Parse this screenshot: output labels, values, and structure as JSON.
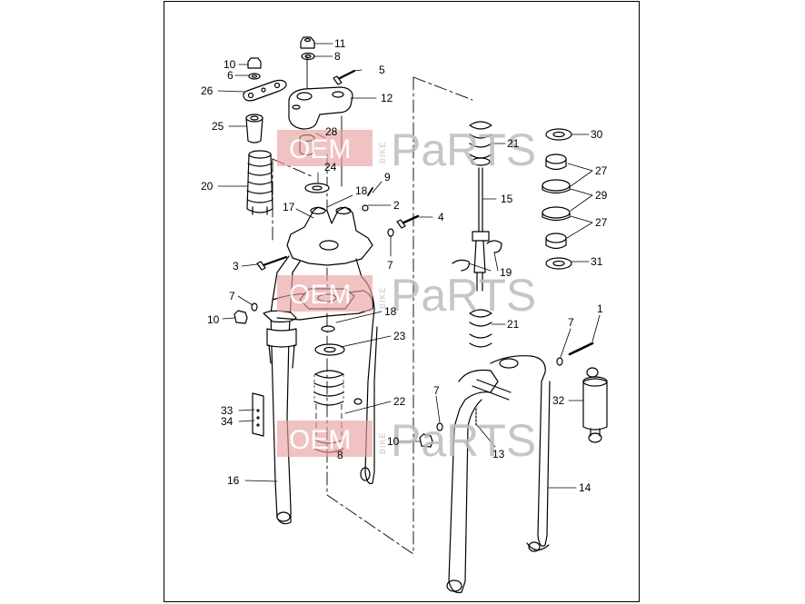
{
  "diagram": {
    "callouts": [
      {
        "id": "c11",
        "text": "11"
      },
      {
        "id": "c8a",
        "text": "8"
      },
      {
        "id": "c10a",
        "text": "10"
      },
      {
        "id": "c6",
        "text": "6"
      },
      {
        "id": "c5",
        "text": "5"
      },
      {
        "id": "c26",
        "text": "26"
      },
      {
        "id": "c12",
        "text": "12"
      },
      {
        "id": "c25",
        "text": "25"
      },
      {
        "id": "c28",
        "text": "28"
      },
      {
        "id": "c24",
        "text": "24"
      },
      {
        "id": "c20",
        "text": "20"
      },
      {
        "id": "c9",
        "text": "9"
      },
      {
        "id": "c18a",
        "text": "18"
      },
      {
        "id": "c2",
        "text": "2"
      },
      {
        "id": "c17",
        "text": "17"
      },
      {
        "id": "c4",
        "text": "4"
      },
      {
        "id": "c3",
        "text": "3"
      },
      {
        "id": "c7a",
        "text": "7"
      },
      {
        "id": "c7b",
        "text": "7"
      },
      {
        "id": "c10b",
        "text": "10"
      },
      {
        "id": "c18b",
        "text": "18"
      },
      {
        "id": "c23",
        "text": "23"
      },
      {
        "id": "c22",
        "text": "22"
      },
      {
        "id": "c33",
        "text": "33"
      },
      {
        "id": "c34",
        "text": "34"
      },
      {
        "id": "c8b",
        "text": "8"
      },
      {
        "id": "c16",
        "text": "16"
      },
      {
        "id": "c21a",
        "text": "21"
      },
      {
        "id": "c15",
        "text": "15"
      },
      {
        "id": "c19",
        "text": "19"
      },
      {
        "id": "c21b",
        "text": "21"
      },
      {
        "id": "c30",
        "text": "30"
      },
      {
        "id": "c27a",
        "text": "27"
      },
      {
        "id": "c29",
        "text": "29"
      },
      {
        "id": "c27b",
        "text": "27"
      },
      {
        "id": "c31",
        "text": "31"
      },
      {
        "id": "c1",
        "text": "1"
      },
      {
        "id": "c7c",
        "text": "7"
      },
      {
        "id": "c32",
        "text": "32"
      },
      {
        "id": "c7d",
        "text": "7"
      },
      {
        "id": "c10c",
        "text": "10"
      },
      {
        "id": "c13",
        "text": "13"
      },
      {
        "id": "c14",
        "text": "14"
      }
    ]
  },
  "watermark": {
    "brand_left": "OEM",
    "brand_mid": "BIKE",
    "brand_right": "PaRTS",
    "accent_color": "#e8a0a0",
    "accent_text_color": "#ffffff",
    "grey_color": "#bdbdbd"
  }
}
